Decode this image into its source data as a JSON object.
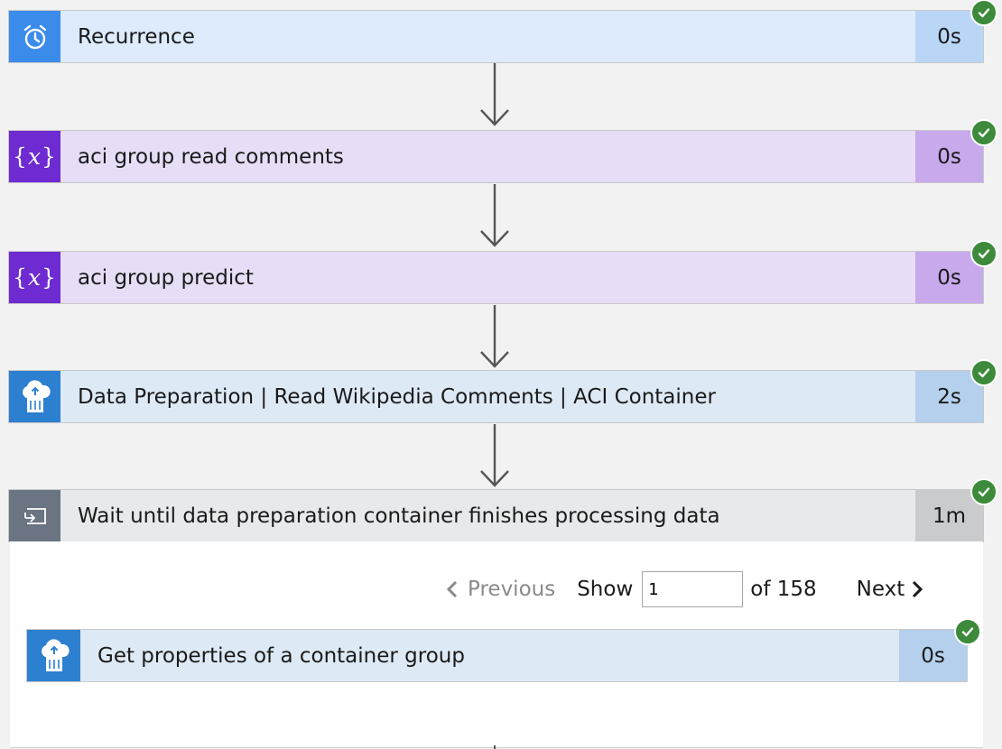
{
  "steps": [
    {
      "title": "Recurrence",
      "duration": "0s",
      "icon": "alarm-clock-icon",
      "icon_bg": "#3b8beb",
      "bg": "#ddebfc",
      "dur_bg": "#b9d6f7"
    },
    {
      "title": "aci group read comments",
      "duration": "0s",
      "icon": "variable-icon",
      "icon_bg": "#6d2bd1",
      "bg": "#e8ddf6",
      "dur_bg": "#c7a9ec"
    },
    {
      "title": "aci group predict",
      "duration": "0s",
      "icon": "variable-icon",
      "icon_bg": "#6d2bd1",
      "bg": "#e8ddf6",
      "dur_bg": "#c7a9ec"
    },
    {
      "title": "Data Preparation | Read Wikipedia Comments | ACI Container",
      "duration": "2s",
      "icon": "cloud-container-icon",
      "icon_bg": "#2d7fd0",
      "bg": "#dde9f5",
      "dur_bg": "#b4d0ec"
    },
    {
      "title": "Wait until data preparation container finishes processing data",
      "duration": "1m",
      "icon": "loop-icon",
      "icon_bg": "#6a7482",
      "bg": "#e8e9ea",
      "dur_bg": "#c9cbcd"
    }
  ],
  "pager": {
    "previous_label": "Previous",
    "show_label": "Show",
    "current_page": "1",
    "of_label": "of 158",
    "next_label": "Next"
  },
  "inner_step": {
    "title": "Get properties of a container group",
    "duration": "0s",
    "icon": "cloud-container-icon",
    "icon_bg": "#2d7fd0",
    "bg": "#dde9f5",
    "dur_bg": "#b4d0ec"
  },
  "status": "succeeded",
  "status_color": "#3c8a3a"
}
